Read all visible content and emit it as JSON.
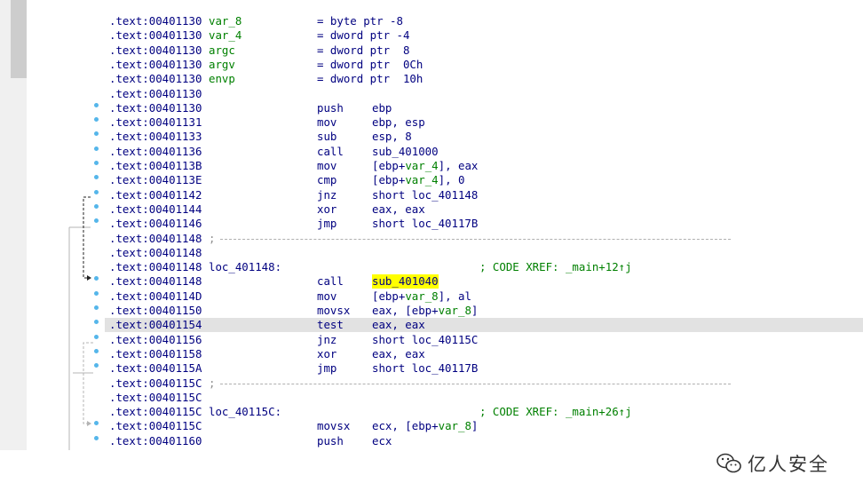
{
  "colors": {
    "address": "#000080",
    "label": "#008000",
    "comment": "#909090",
    "highlight_line": "#e2e2e2",
    "highlight_operand": "#ffff00",
    "bullet": "#55b6ea",
    "gutter_arrow": "#000000"
  },
  "icons": {
    "watermark_logo": "wechat-icon",
    "gutter_bullet": "dot-icon",
    "flow_arrow": "arrow-right-icon"
  },
  "listing": [
    {
      "addr": ".text:00401130",
      "kind": "var",
      "label": "var_8",
      "decl": "= byte ptr -8"
    },
    {
      "addr": ".text:00401130",
      "kind": "var",
      "label": "var_4",
      "decl": "= dword ptr -4"
    },
    {
      "addr": ".text:00401130",
      "kind": "var",
      "label": "argc",
      "decl": "= dword ptr  8"
    },
    {
      "addr": ".text:00401130",
      "kind": "var",
      "label": "argv",
      "decl": "= dword ptr  0Ch"
    },
    {
      "addr": ".text:00401130",
      "kind": "var",
      "label": "envp",
      "decl": "= dword ptr  10h"
    },
    {
      "addr": ".text:00401130",
      "kind": "blank"
    },
    {
      "addr": ".text:00401130",
      "kind": "ins",
      "mnem": "push",
      "op": "ebp"
    },
    {
      "addr": ".text:00401131",
      "kind": "ins",
      "mnem": "mov",
      "op": "ebp, esp"
    },
    {
      "addr": ".text:00401133",
      "kind": "ins",
      "mnem": "sub",
      "op": "esp, 8"
    },
    {
      "addr": ".text:00401136",
      "kind": "ins",
      "mnem": "call",
      "op": "sub_401000"
    },
    {
      "addr": ".text:0040113B",
      "kind": "ins",
      "mnem": "mov",
      "op_parts": [
        "[ebp+",
        "var_4",
        "], eax"
      ]
    },
    {
      "addr": ".text:0040113E",
      "kind": "ins",
      "mnem": "cmp",
      "op_parts": [
        "[ebp+",
        "var_4",
        "], 0"
      ]
    },
    {
      "addr": ".text:00401142",
      "kind": "ins",
      "mnem": "jnz",
      "op": "short loc_401148"
    },
    {
      "addr": ".text:00401144",
      "kind": "ins",
      "mnem": "xor",
      "op": "eax, eax"
    },
    {
      "addr": ".text:00401146",
      "kind": "ins",
      "mnem": "jmp",
      "op": "short loc_40117B"
    },
    {
      "addr": ".text:00401148",
      "kind": "sep",
      "text": ";"
    },
    {
      "addr": ".text:00401148",
      "kind": "blank"
    },
    {
      "addr": ".text:00401148",
      "kind": "loc",
      "label": "loc_401148:",
      "xref": "; CODE XREF: _main+12↑j"
    },
    {
      "addr": ".text:00401148",
      "kind": "ins",
      "mnem": "call",
      "op": "sub_401040",
      "op_highlight": true
    },
    {
      "addr": ".text:0040114D",
      "kind": "ins",
      "mnem": "mov",
      "op_parts": [
        "[ebp+",
        "var_8",
        "], al"
      ]
    },
    {
      "addr": ".text:00401150",
      "kind": "ins",
      "mnem": "movsx",
      "op_parts": [
        "eax, [ebp+",
        "var_8",
        "]"
      ]
    },
    {
      "addr": ".text:00401154",
      "kind": "ins",
      "mnem": "test",
      "op": "eax, eax",
      "line_highlight": true
    },
    {
      "addr": ".text:00401156",
      "kind": "ins",
      "mnem": "jnz",
      "op": "short loc_40115C"
    },
    {
      "addr": ".text:00401158",
      "kind": "ins",
      "mnem": "xor",
      "op": "eax, eax"
    },
    {
      "addr": ".text:0040115A",
      "kind": "ins",
      "mnem": "jmp",
      "op": "short loc_40117B"
    },
    {
      "addr": ".text:0040115C",
      "kind": "sep",
      "text": ";"
    },
    {
      "addr": ".text:0040115C",
      "kind": "blank"
    },
    {
      "addr": ".text:0040115C",
      "kind": "loc",
      "label": "loc_40115C:",
      "xref": "; CODE XREF: _main+26↑j"
    },
    {
      "addr": ".text:0040115C",
      "kind": "ins",
      "mnem": "movsx",
      "op_parts": [
        "ecx, [ebp+",
        "var_8",
        "]"
      ]
    },
    {
      "addr": ".text:00401160",
      "kind": "ins",
      "mnem": "push",
      "op": "ecx"
    }
  ],
  "watermark": {
    "text": "亿人安全"
  }
}
